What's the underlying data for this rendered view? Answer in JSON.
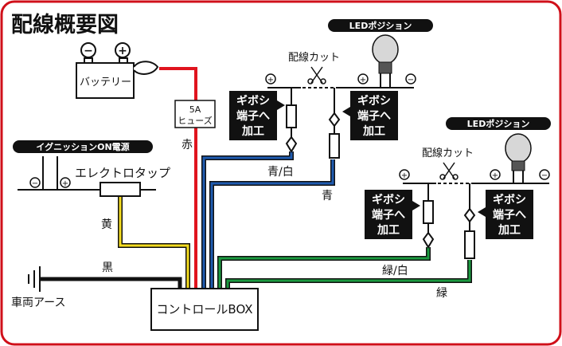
{
  "title": "配線概要図",
  "battery": {
    "label": "バッテリー",
    "minus": "−",
    "plus": "+"
  },
  "fuse": {
    "line1": "5A",
    "line2": "ヒューズ"
  },
  "ignition": {
    "label": "イグニッションON電源"
  },
  "tap": {
    "label": "エレクトロタップ"
  },
  "ground": {
    "label": "車両アース"
  },
  "control_box": {
    "label": "コントロールBOX"
  },
  "wire_labels": {
    "red": "赤",
    "yellow": "黄",
    "black": "黒",
    "blue_white": "青/白",
    "blue": "青",
    "green_white": "緑/白",
    "green": "緑"
  },
  "led_top": {
    "label": "LEDポジション",
    "cut": "配線カット"
  },
  "led_bottom": {
    "label": "LEDポジション",
    "cut": "配線カット"
  },
  "callouts": {
    "a": [
      "ギボシ",
      "端子へ",
      "加工"
    ],
    "b": [
      "ギボシ",
      "端子へ",
      "加工"
    ],
    "c": [
      "ギボシ",
      "端子へ",
      "加工"
    ],
    "d": [
      "ギボシ",
      "端子へ",
      "加工"
    ]
  },
  "symbols": {
    "plus": "+",
    "minus": "−"
  },
  "colors": {
    "frame": "#d0101a",
    "red_wire": "#e0141e",
    "yellow_wire": "#f4dc20",
    "blue_wire": "#1f5bb0",
    "green_wire": "#1b9a40",
    "black": "#111111"
  }
}
